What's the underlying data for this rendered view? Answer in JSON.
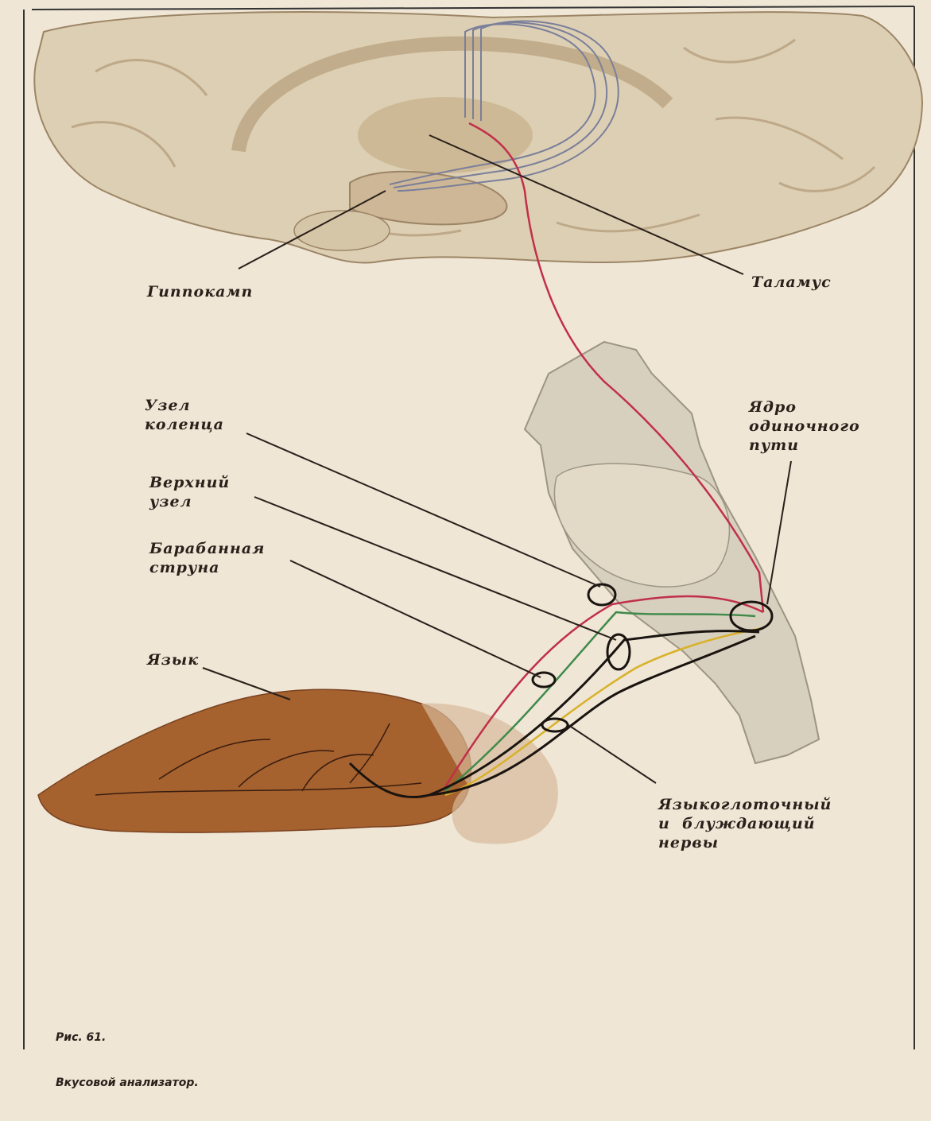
{
  "labels": {
    "hippocampus": "Гиппокамп",
    "thalamus": "Таламус",
    "geniculate_ganglion": "Узел\nколенца",
    "superior_ganglion": "Верхний\nузел",
    "chorda_tympani": "Барабанная\nструна",
    "tongue": "Язык",
    "solitary_nucleus": "Ядро\nодиночного\nпути",
    "glossopharyngeal_vagus": "Языкоглоточный\nи  блуждающий\nнервы"
  },
  "caption": {
    "number": "Рис. 61.",
    "title": "Вкусовой анализатор."
  },
  "colors": {
    "paper": "#efe6d6",
    "brain": "#ddcfb3",
    "brain_shade": "#b59e7b",
    "brainstem": "#d8d0be",
    "tongue": "#a5612e",
    "nerve_red": "#c0304a",
    "nerve_green": "#3f8a4a",
    "nerve_yellow": "#d9b12a",
    "nerve_black": "#1a1410",
    "pathway_gray": "#7a7f9a"
  }
}
